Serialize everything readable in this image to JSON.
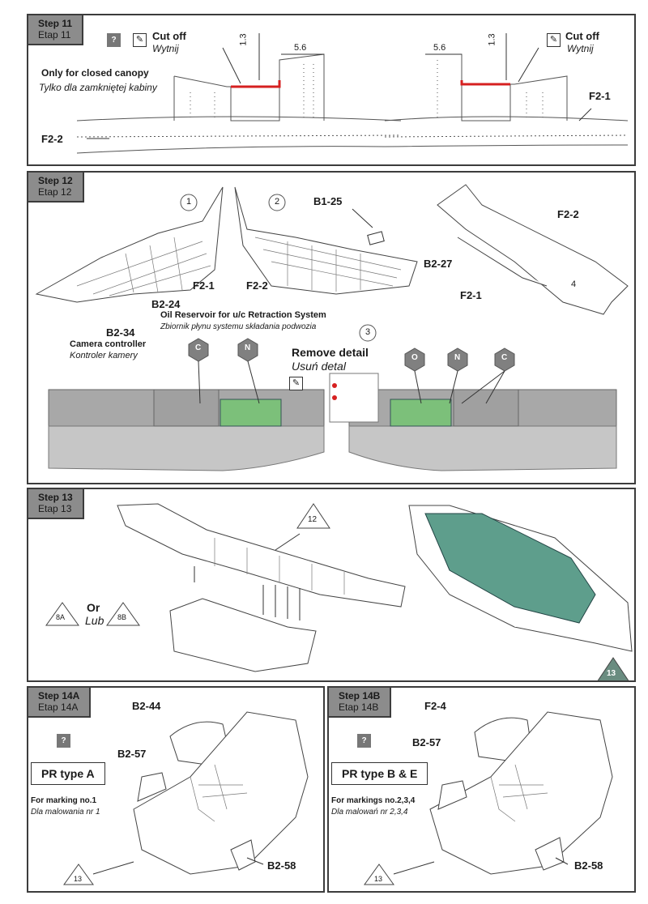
{
  "step11": {
    "step": "Step 11",
    "etap": "Etap 11",
    "cut_off": "Cut off",
    "wytnij": "Wytnij",
    "dim_13": "1.3",
    "dim_56": "5.6",
    "only_closed": "Only for closed canopy",
    "tylko": "Tylko dla zamkniętej kabiny",
    "part_left": "F2-2",
    "part_right": "F2-1",
    "q": "?"
  },
  "step12": {
    "step": "Step 12",
    "etap": "Etap 12",
    "c1": "1",
    "c2": "2",
    "c3": "3",
    "c4": "4",
    "b1_25": "B1-25",
    "f2_1": "F2-1",
    "f2_2": "F2-2",
    "b2_24": "B2-24",
    "oil": "Oil Reservoir for u/c Retraction System",
    "oil_pl": "Zbiornik płynu systemu składania podwozia",
    "b2_34": "B2-34",
    "camera": "Camera controller",
    "camera_pl": "Kontroler kamery",
    "remove": "Remove detail",
    "remove_pl": "Usuń detal",
    "b2_27": "B2-27",
    "f2_2b": "F2-2",
    "f2_1b": "F2-1",
    "hex_c": "C",
    "hex_n": "N",
    "hex_o": "O",
    "colors": {
      "green": "#7cc07a",
      "grey": "#b9b9b9",
      "hex": "#808080"
    }
  },
  "step13": {
    "step": "Step 13",
    "etap": "Etap 13",
    "tri12": "12",
    "tri8a": "8A",
    "tri8b": "8B",
    "or": "Or",
    "lub": "Lub",
    "page_num": "13",
    "cockpit_color": "#5e9e8c"
  },
  "step14a": {
    "step": "Step 14A",
    "etap": "Etap 14A",
    "q": "?",
    "pr": "PR type A",
    "marking": "For marking no.1",
    "marking_pl": "Dla malowania nr 1",
    "b2_44": "B2-44",
    "b2_57": "B2-57",
    "b2_58": "B2-58",
    "tri": "13"
  },
  "step14b": {
    "step": "Step 14B",
    "etap": "Etap 14B",
    "q": "?",
    "pr": "PR type B & E",
    "marking": "For markings no.2,3,4",
    "marking_pl": "Dla malowań nr 2,3,4",
    "f2_4": "F2-4",
    "b2_57": "B2-57",
    "b2_58": "B2-58",
    "tri": "13"
  }
}
